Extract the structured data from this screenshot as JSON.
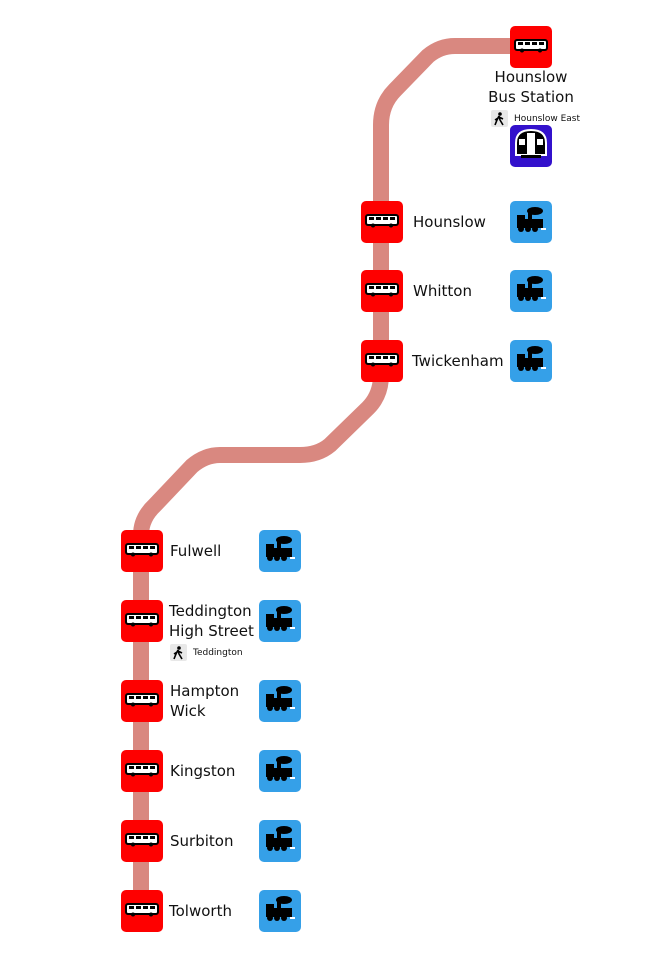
{
  "route": {
    "line_color": "#d98880",
    "stops": [
      {
        "name": "Hounslow Bus Station",
        "name_lines": [
          "Hounslow",
          "Bus Station"
        ],
        "interchange": "Hounslow East",
        "connection": "tube"
      },
      {
        "name": "Hounslow",
        "name_lines": [
          "Hounslow"
        ],
        "connection": "rail"
      },
      {
        "name": "Whitton",
        "name_lines": [
          "Whitton"
        ],
        "connection": "rail"
      },
      {
        "name": "Twickenham",
        "name_lines": [
          "Twickenham"
        ],
        "connection": "rail"
      },
      {
        "name": "Fulwell",
        "name_lines": [
          "Fulwell"
        ],
        "connection": "rail"
      },
      {
        "name": "Teddington High Street",
        "name_lines": [
          "Teddington",
          "High Street"
        ],
        "interchange": "Teddington",
        "connection": "rail"
      },
      {
        "name": "Hampton Wick",
        "name_lines": [
          "Hampton",
          "Wick"
        ],
        "connection": "rail"
      },
      {
        "name": "Kingston",
        "name_lines": [
          "Kingston"
        ],
        "connection": "rail"
      },
      {
        "name": "Surbiton",
        "name_lines": [
          "Surbiton"
        ],
        "connection": "rail"
      },
      {
        "name": "Tolworth",
        "name_lines": [
          "Tolworth"
        ],
        "connection": "rail"
      }
    ]
  },
  "colors": {
    "bus": "#fe0000",
    "rail": "#35a0e8",
    "tube": "#3311cc"
  },
  "icons": {
    "stop": "bus-icon",
    "rail": "train-icon",
    "tube": "underground-icon",
    "interchange": "walking-icon"
  }
}
